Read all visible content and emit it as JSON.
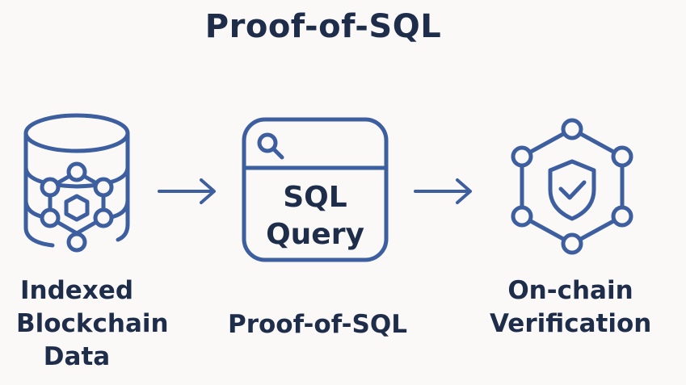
{
  "title": "Proof-of-SQL",
  "colors": {
    "background": "#fbf9f8",
    "text": "#1e2d4a",
    "stroke": "#3d5fa0"
  },
  "nodes": [
    {
      "icon": "database-network-icon",
      "label_lines": [
        "Indexed",
        "Blockchain",
        "Data"
      ]
    },
    {
      "icon": "search-window-icon",
      "box_lines": [
        "SQL",
        "Query"
      ],
      "label_lines": [
        "Proof-of-SQL"
      ]
    },
    {
      "icon": "shield-check-network-icon",
      "label_lines": [
        "On-chain",
        "Verification"
      ]
    }
  ]
}
